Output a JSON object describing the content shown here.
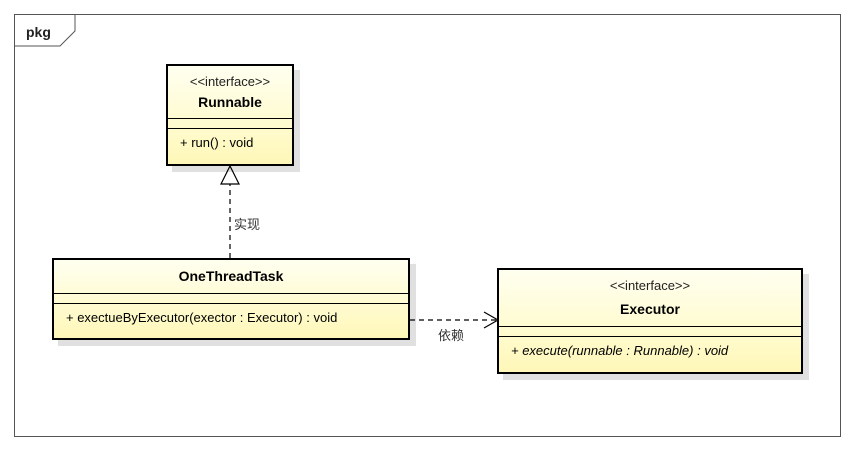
{
  "frame": {
    "label": "pkg"
  },
  "classes": {
    "runnable": {
      "stereotype": "<<interface>>",
      "name": "Runnable",
      "operation": "+ run() : void"
    },
    "onethreadtask": {
      "name": "OneThreadTask",
      "operation": "+ exectueByExecutor(exector : Executor) : void"
    },
    "executor": {
      "stereotype": "<<interface>>",
      "name": "Executor",
      "operation": "+ execute(runnable : Runnable) : void"
    }
  },
  "relations": {
    "realization": {
      "label": "实现"
    },
    "dependency": {
      "label": "依赖"
    }
  }
}
